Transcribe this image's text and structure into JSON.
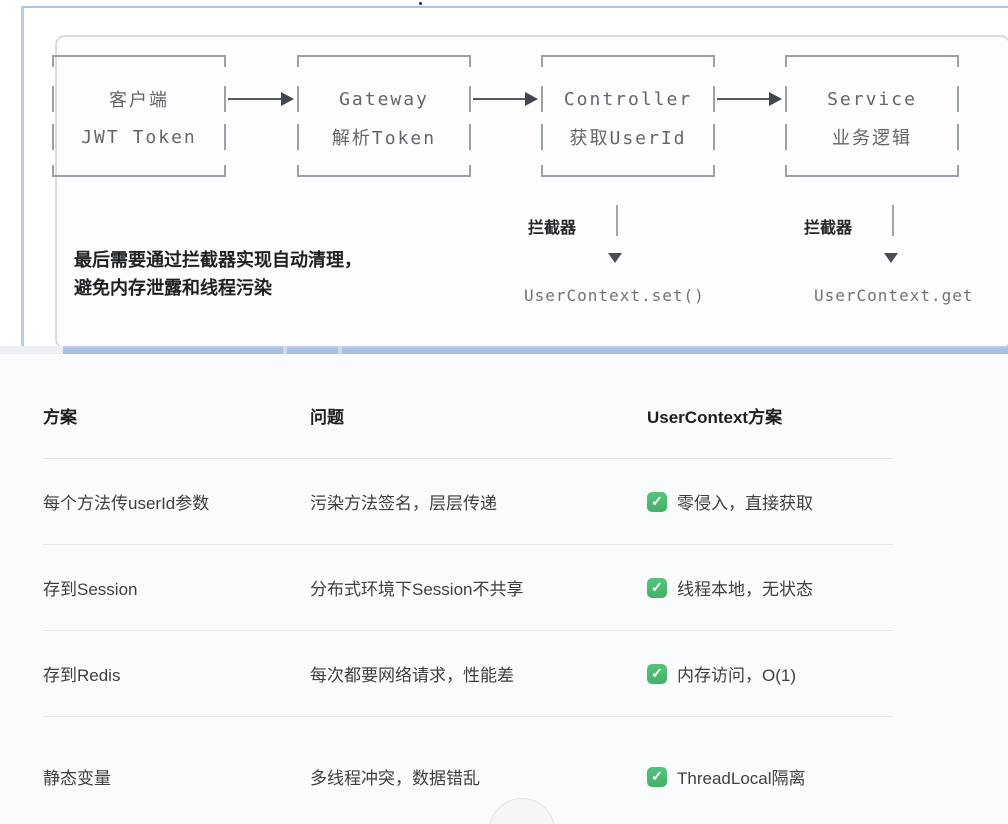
{
  "diagram": {
    "boxes": [
      {
        "title": "客户端",
        "subtitle": "JWT Token"
      },
      {
        "title": "Gateway",
        "subtitle": "解析Token"
      },
      {
        "title": "Controller",
        "subtitle": "获取UserId"
      },
      {
        "title": "Service",
        "subtitle": "业务逻辑"
      }
    ],
    "interceptors": [
      {
        "label": "拦截器",
        "code": "UserContext.set()"
      },
      {
        "label": "拦截器",
        "code": "UserContext.get"
      }
    ],
    "note_line1": "最后需要通过拦截器实现自动清理，",
    "note_line2": "避免内存泄露和线程污染"
  },
  "table": {
    "headers": [
      "方案",
      "问题",
      "UserContext方案"
    ],
    "check_icon": "✓",
    "rows": [
      {
        "scheme": "每个方法传userId参数",
        "problem": "污染方法签名，层层传递",
        "solution": "零侵入，直接获取"
      },
      {
        "scheme": "存到Session",
        "problem": "分布式环境下Session不共享",
        "solution": "线程本地，无状态"
      },
      {
        "scheme": "存到Redis",
        "problem": "每次都要网络请求，性能差",
        "solution": "内存访问，O(1)"
      },
      {
        "scheme": "静态变量",
        "problem": "多线程冲突，数据错乱",
        "solution": "ThreadLocal隔离"
      }
    ]
  },
  "colors": {
    "accent_blue": "#a9c5ec",
    "box_border_gray": "#9aa1a9",
    "mono_text_gray": "#62666c",
    "dark_text": "#1e2124",
    "table_text": "#3c3f44",
    "check_green": "#4cba70",
    "separator": "#e8e9eb"
  }
}
